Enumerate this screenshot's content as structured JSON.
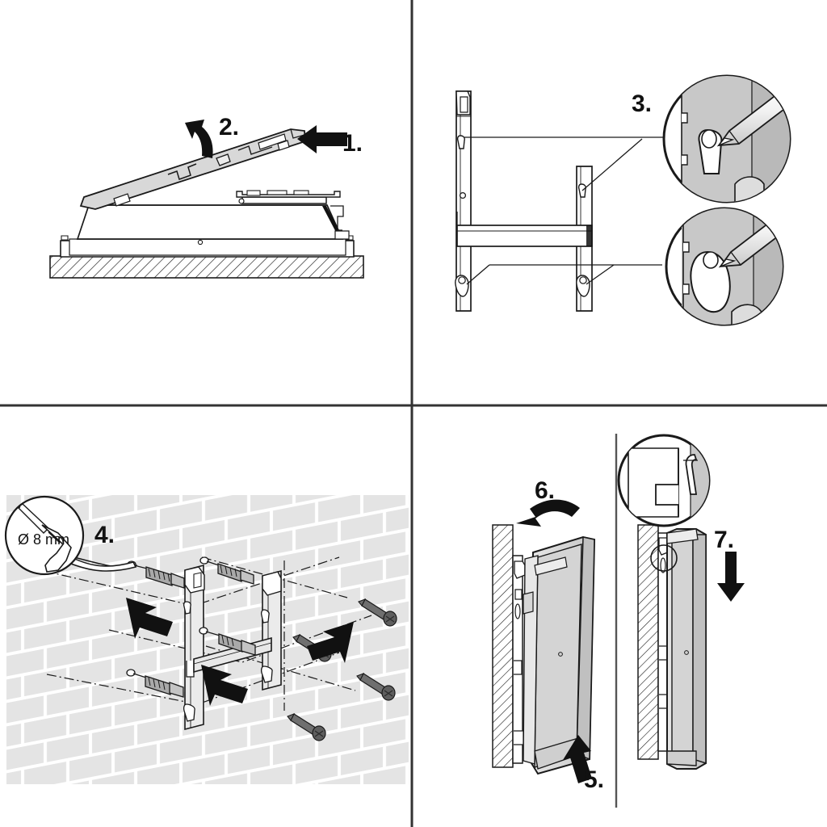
{
  "document": {
    "title": "Wall Mount Installation Instructions",
    "type": "pictorial assembly instruction sheet",
    "panel_count": 4,
    "background_color": "#ffffff",
    "line_color": "#1a1a1a",
    "divider_color": "#333333"
  },
  "colors": {
    "ink": "#1a1a1a",
    "arrow_fill": "#111111",
    "wall_gray": "#dcdcdc",
    "brick_gray": "#e2e2e2",
    "part_gray": "#d0d0d0",
    "part_light": "#ececec",
    "screw_gray": "#777777",
    "white": "#ffffff"
  },
  "panels": [
    {
      "id": "panel-top-left",
      "steps": [
        "1.",
        "2."
      ],
      "subject": "Remove the cover strip from the appliance lying on a flat surface",
      "arrows": [
        {
          "label": "1.",
          "type": "straight",
          "direction": "left"
        },
        {
          "label": "2.",
          "type": "curved",
          "direction": "up-left"
        }
      ],
      "features": [
        "hatched floor surface",
        "appliance body",
        "lifted cover panel"
      ]
    },
    {
      "id": "panel-top-right",
      "steps": [
        "3."
      ],
      "subject": "Mark the keyhole slot positions on the wall through the mounting bracket",
      "detail_circles": 2,
      "detail_contents": [
        "pencil marking upper keyhole slot",
        "pencil marking lower keyhole slot"
      ],
      "features": [
        "two vertical mounting rails",
        "horizontal crossbar",
        "keyhole slots",
        "leader lines"
      ]
    },
    {
      "id": "panel-bottom-left",
      "steps": [
        "4."
      ],
      "subject": "Drill holes, insert wall anchors and fix the bracket with screws",
      "callout": {
        "text": "Ø 8 mm",
        "icon": "drill-icon"
      },
      "features": [
        "brick wall",
        "3 wall anchors",
        "4 screws",
        "dash-dot alignment axes",
        "3 black assembly arrows"
      ]
    },
    {
      "id": "panel-bottom-right",
      "steps": [
        "5.",
        "6.",
        "7."
      ],
      "subject": "Lift the appliance, tilt it onto the bracket and lower it into the hooks",
      "sub_scenes": 2,
      "arrows": [
        {
          "label": "5.",
          "type": "straight",
          "direction": "up"
        },
        {
          "label": "6.",
          "type": "curved",
          "direction": "left"
        },
        {
          "label": "7.",
          "type": "straight",
          "direction": "down"
        }
      ],
      "detail_circles": 1,
      "detail_contents": [
        "hook engaging the bracket tab"
      ],
      "features": [
        "hatched wall section",
        "mounting rail",
        "appliance body tilted",
        "appliance body seated"
      ]
    }
  ],
  "labels": {
    "step1": "1.",
    "step2": "2.",
    "step3": "3.",
    "step4": "4.",
    "step5": "5.",
    "step6": "6.",
    "step7": "7.",
    "drill_diameter": "Ø 8 mm"
  }
}
